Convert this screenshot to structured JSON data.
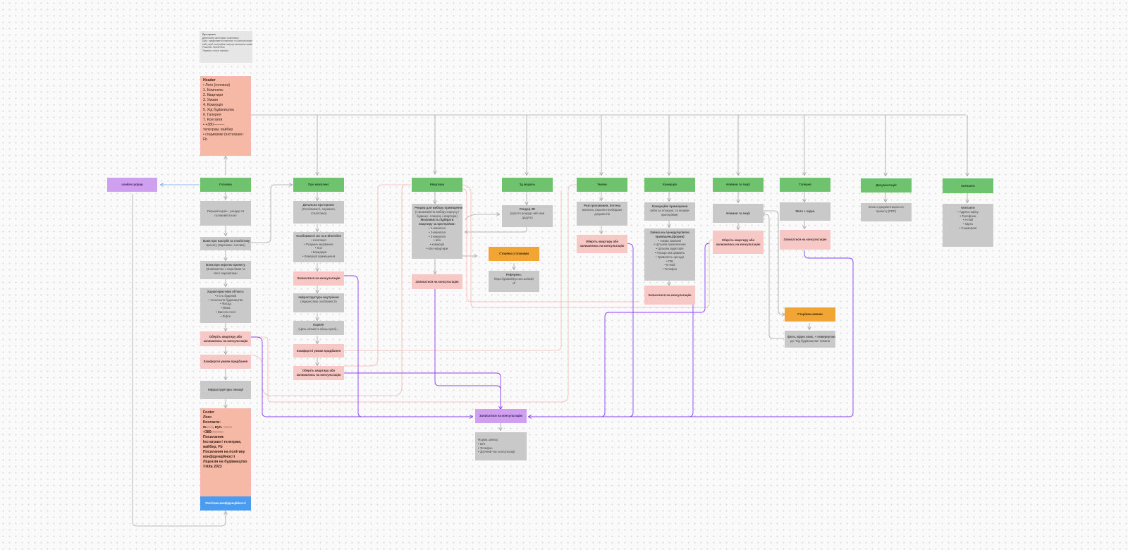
{
  "brief": {
    "lines": [
      "Про проект",
      "",
      "Девелопер житлового комплексу",
      "Ціль: представити комплекс та житлові квартири",
      "сайт, щоб потенційні покупці залишили заявку",
      "Рішення: WordPress",
      "Терміни: стислі терміни"
    ]
  },
  "header_block": {
    "lines": [
      "Header",
      "•  Лого (головна)",
      "",
      "1. Комплекс",
      "2. Квартири",
      "3. Умови",
      "4. Комерція",
      "5. Хід будівництва",
      "6. Галерея",
      "7. Контакти",
      "•  +380---------",
      "    телеграм, вайбер",
      "•  соцмережі (інстаграм і",
      "    Fb"
    ]
  },
  "cookie": {
    "label": "cookies popup"
  },
  "nav": {
    "home": "Головна",
    "complex": "Про комплекс",
    "apartments": "Квартири",
    "tour3d": "3д модель",
    "terms": "Умови",
    "commerce": "Комерція",
    "news": "Новини та Акції",
    "gallery": "Галерея",
    "docs": "Документація",
    "contacts": "Контакти"
  },
  "home_col": {
    "hero": [
      "Перший екран - рендер та",
      "головний посил"
    ],
    "mood": [
      "Блок про настрій та стилістику",
      "проекту (Картинки і головні)"
    ],
    "about": [
      "Блок про коротко проекту",
      "(Знайомство з переліком та",
      "його перевагами"
    ],
    "features": [
      "Характеристики обʼєкта:",
      "• к-сть будинків",
      "• технологія будівництва",
      "• Фасад",
      "• Вікна",
      "• Висота стелі",
      "• Ліфти"
    ],
    "choose": "Оберіть квартиру або залишились на консультацію",
    "comfort": "Комфортні умови придбання",
    "infra": "Інфраструктура локації"
  },
  "footer_block": {
    "lines": [
      "Footer",
      "Лого",
      "",
      "Контакти:",
      "м.-----, вул. -------",
      "+380----------",
      "",
      "Посилання:",
      "Інстаграм і телеграм,",
      "вайбер, Fb",
      "",
      "Посилання на політику",
      "конфіденційності",
      "",
      "Ліцензія на будівництво",
      "",
      "©Alta 2023"
    ]
  },
  "privacy": {
    "label": "Політика конфіденційності"
  },
  "complex_col": {
    "details": [
      "Детальна про проект",
      "(Особливості, переваги,",
      "стилістика)"
    ],
    "features": [
      "Особливості жк та в Shoreline",
      "• Інсоляція",
      "• Розумне керування",
      "• Хол",
      "• Коридори",
      "• Комерція приміщення"
    ],
    "signup": "Записатися на консультацію",
    "infra": [
      "Інфраструктура внутрішня",
      "(підкреслюю особливості)"
    ],
    "parking": [
      "Паркінг",
      "(Ціна, кількість місць кухні)..."
    ],
    "comfort": "Комфортні умови придбання",
    "choose": "Оберіть квартиру або залишились на консультацію"
  },
  "apt_col": {
    "selector": [
      "Рендер для вибору приміщення",
      "(з можливістю вибору корпусу і",
      "будинку і поверху і квартира)",
      "",
      "Можливість підібрати",
      "квартиру за критеріями:",
      "• 1-кімнатна",
      "• 2-кімнатна",
      "• 3-кімнатна",
      "• або",
      "• комерція",
      "• вілл-квартири"
    ],
    "signup": "Записатися на консультацію"
  },
  "tour_col": {
    "render": [
      "Рендер 3D",
      "(просто рендер чий самі",
      "дадуть)"
    ],
    "page": "Сторінка з планами",
    "ref": [
      "Референс:",
      "https://galaxiloky.com.ua/3ds/",
      "d/"
    ]
  },
  "terms_col": {
    "info": [
      "Розстрочування, іпотека",
      "виплата, перелік необхідних",
      "документів"
    ],
    "choose": "Оберіть квартиру або залишились на консультацію"
  },
  "commerce_col": {
    "intro": [
      "Комерційні приміщення",
      "(ніби за площею, та іншими",
      "критеріями)"
    ],
    "listing": [
      "Заявка на оренду/купівлю",
      "приміщень(форми)",
      "• Назва компанії",
      "• Цільова призначення",
      "• Цільова аудиторія",
      "• Площа яка цікавить",
      "• Тривалість оренди",
      "• ПІБ",
      "• E-mail",
      "• Телефон"
    ],
    "signup": "Записатися на консультацію"
  },
  "news_col": {
    "list": "Новини та Акції",
    "choose": "Оберіть квартиру або залишились на консультацію",
    "page": "Сторінка новини",
    "detail": [
      "фото, відео опис, + повернутись",
      "до \"Хід будівництва\" новини"
    ]
  },
  "gallery_col": {
    "media": "Фото + відео",
    "signup": "Записатися на консультацію"
  },
  "docs_col": {
    "info": [
      "Блок з документацією по",
      "проекту (PDF)"
    ]
  },
  "contacts_col": {
    "info": [
      "Контакти",
      "• Адреса офісу",
      "• Телефони",
      "• e-mail",
      "• карта",
      "• Соцмережі"
    ]
  },
  "consult": {
    "label": "Записатися на консультацію",
    "form": [
      "Форма запису:",
      "• Імʼя",
      "• Телефон",
      "• Зручний час консультації"
    ]
  },
  "colors": {
    "green": "#6fc36e",
    "gray": "#c9c9c9",
    "pink": "#f6c9c6",
    "orange": "#f0a534",
    "purple": "#cfa0f0",
    "blue": "#4a9bf2",
    "salmon": "#f5b9a6",
    "connector_gray": "#a5a5a5",
    "connector_purple": "#8a3ef0",
    "connector_pink": "#f2b8b4",
    "connector_blue": "#6aa4f2"
  }
}
